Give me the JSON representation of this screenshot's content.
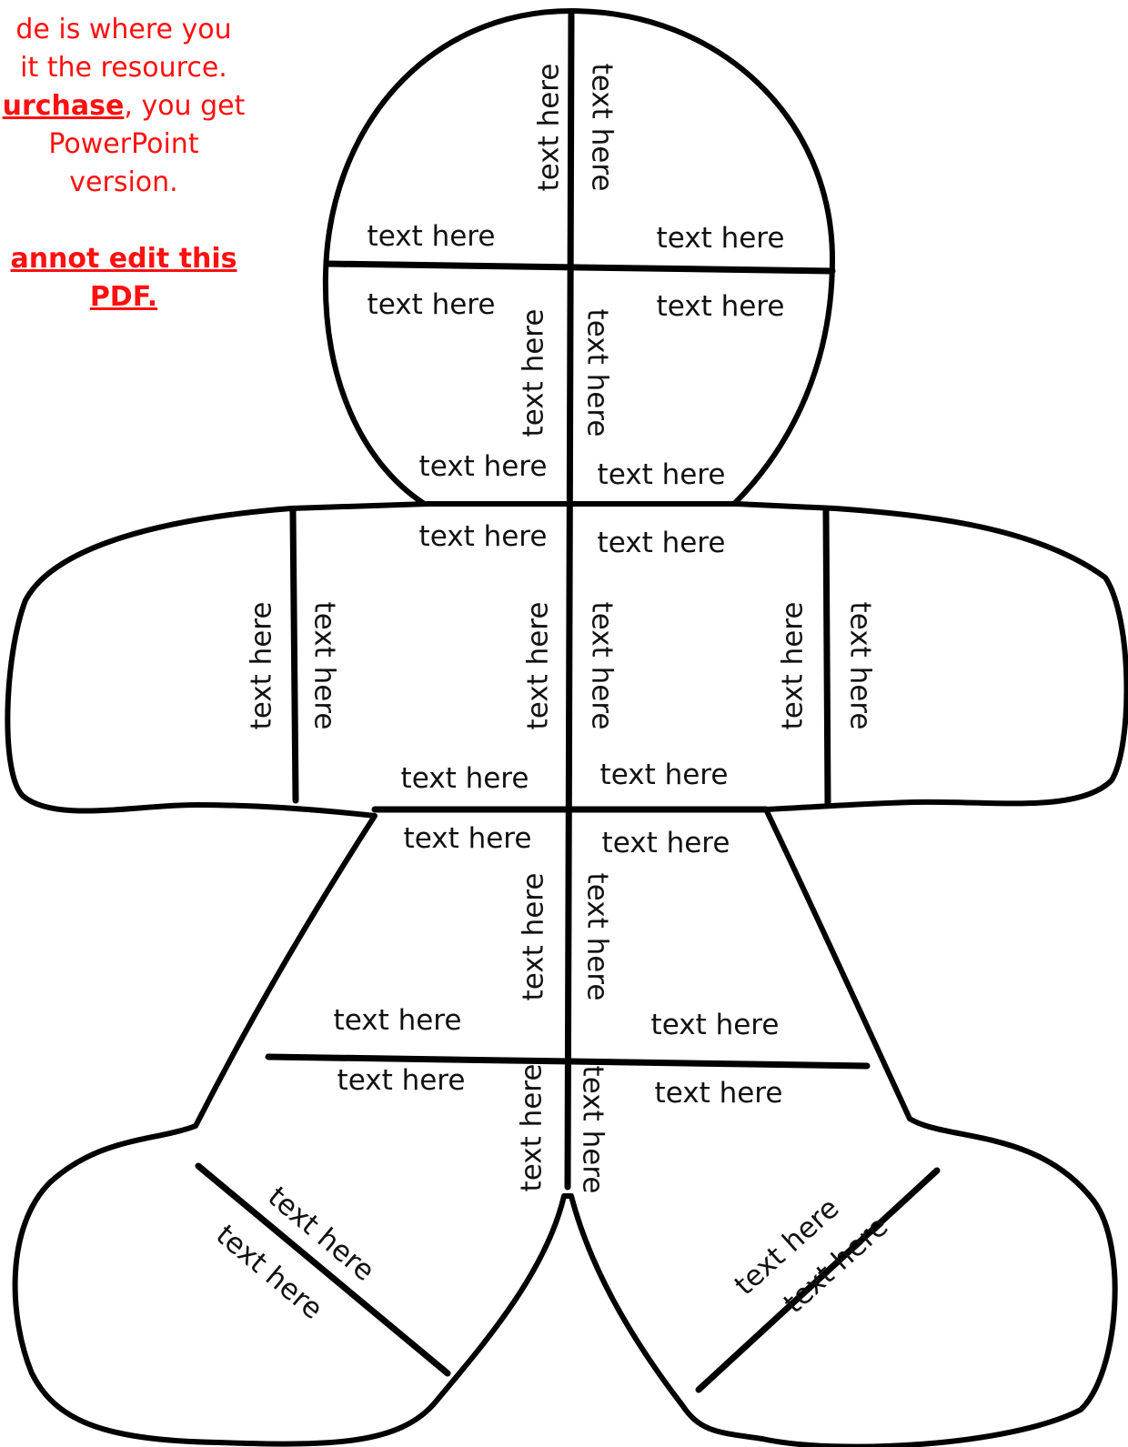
{
  "instructions": {
    "line1": "de is where you",
    "line2": "it the resource.",
    "line3_link": "urchase",
    "line3_rest": ", you get",
    "line4": "PowerPoint",
    "line5": "version.",
    "warning_line1": "annot edit this",
    "warning_line2": "PDF."
  },
  "template": {
    "placeholder": "text here",
    "outline_color": "#000000",
    "note_color": "#ff1010"
  }
}
